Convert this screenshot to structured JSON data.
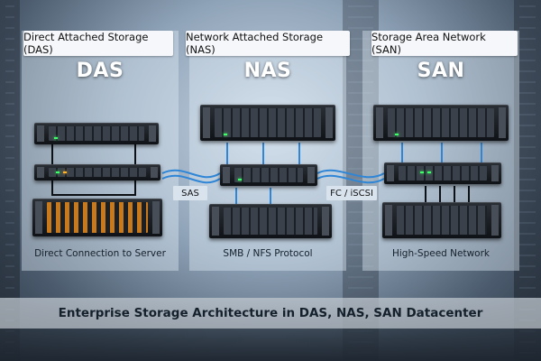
{
  "sections": [
    {
      "tag": "Direct Attached Storage (DAS)",
      "abbr": "DAS",
      "caption": "Direct Connection to Server"
    },
    {
      "tag": "Network Attached Storage (NAS)",
      "abbr": "NAS",
      "caption": "SMB / NFS Protocol"
    },
    {
      "tag": "Storage Area Network (SAN)",
      "abbr": "SAN",
      "caption": "High-Speed Network"
    }
  ],
  "links": {
    "sas": "SAS",
    "fc": "FC / iSCSI"
  },
  "footer": {
    "title": "Enterprise Storage Architecture in DAS, NAS, SAN Datacenter"
  },
  "colors": {
    "cable": "#2f86d6",
    "led": "#40ff6a"
  }
}
